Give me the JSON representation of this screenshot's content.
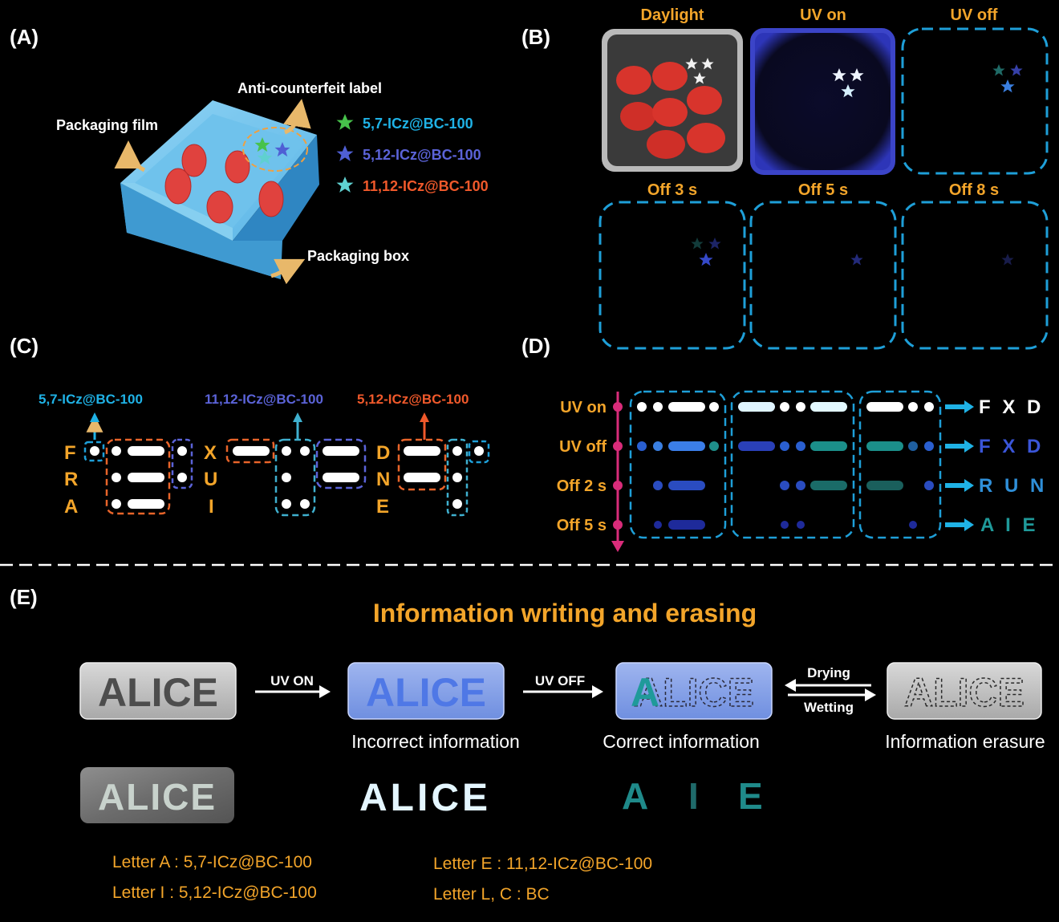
{
  "panels": {
    "a": "(A)",
    "b": "(B)",
    "c": "(C)",
    "d": "(D)",
    "e": "(E)"
  },
  "colors": {
    "orange": "#f3a52a",
    "cyan": "#1fb2e6",
    "violet": "#5b63d8",
    "teal": "#2cb7b8",
    "red": "#f0592b",
    "green": "#47c24b",
    "dash_blue": "#1e9fd8",
    "dash_orange": "#e8642a",
    "magenta": "#d92c7a"
  },
  "panel_a": {
    "label_film": "Packaging film",
    "label_anti": "Anti-counterfeit label",
    "label_box": "Packaging box",
    "legend": [
      "5,7-ICz@BC-100",
      "5,12-ICz@BC-100",
      "11,12-ICz@BC-100"
    ]
  },
  "panel_b": {
    "headers_top": [
      "Daylight",
      "UV on",
      "UV off"
    ],
    "headers_bottom": [
      "Off 3 s",
      "Off 5 s",
      "Off 8 s"
    ]
  },
  "panel_c": {
    "labels": [
      "5,7-ICz@BC-100",
      "11,12-ICz@BC-100",
      "5,12-ICz@BC-100"
    ],
    "col1": [
      "F",
      "R",
      "A"
    ],
    "col2": [
      "X",
      "U",
      "I"
    ],
    "col3": [
      "D",
      "N",
      "E"
    ]
  },
  "panel_d": {
    "rows": [
      "UV on",
      "UV off",
      "Off 2 s",
      "Off 5 s"
    ],
    "outputs": [
      "F X D",
      "F X D",
      "R U N",
      "A I E"
    ]
  },
  "panel_e": {
    "title": "Information writing and erasing",
    "word": "ALICE",
    "arrow1": "UV ON",
    "arrow2": "UV OFF",
    "drying": "Drying",
    "wetting": "Wetting",
    "captions": [
      "Incorrect information",
      "Correct information",
      "Information erasure"
    ],
    "photo_letters": [
      "A",
      "I",
      "E"
    ],
    "legend": [
      "Letter A : 5,7-ICz@BC-100",
      "Letter I : 5,12-ICz@BC-100",
      "Letter E : 11,12-ICz@BC-100",
      "Letter L, C : BC"
    ]
  }
}
